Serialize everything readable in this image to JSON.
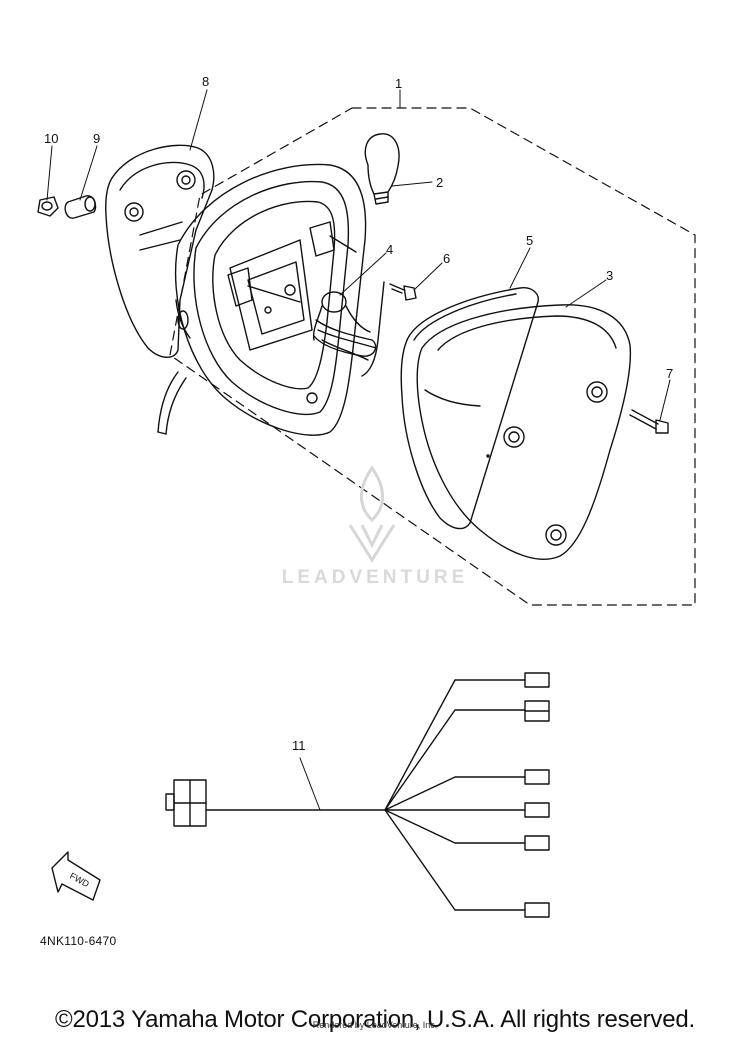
{
  "callouts": {
    "c1": "1",
    "c2": "2",
    "c3": "3",
    "c4": "4",
    "c5": "5",
    "c6": "6",
    "c7": "7",
    "c8": "8",
    "c9": "9",
    "c10": "10",
    "c11": "11"
  },
  "fwd_label": "FWD",
  "part_code": "4NK110-6470",
  "watermark": "LEADVENTURE",
  "copyright": "©2013 Yamaha Motor Corporation, U.S.A. All rights reserved.",
  "rendered_by": "Rendered by LeadVenture, Inc."
}
